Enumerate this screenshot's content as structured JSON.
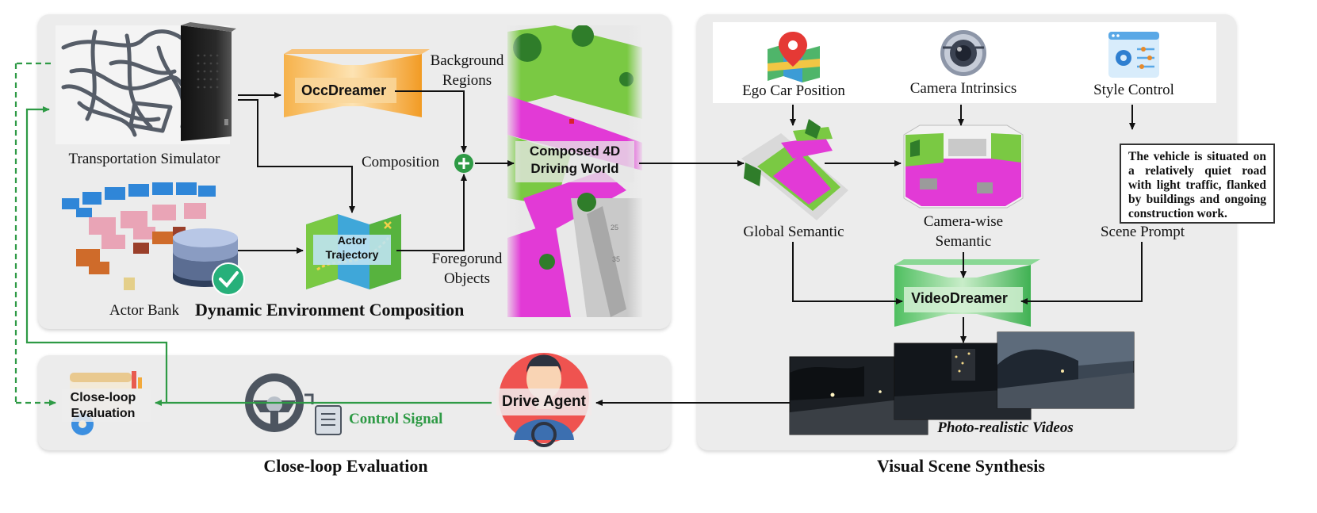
{
  "panels": {
    "dynamic_title": "Dynamic Environment Composition",
    "closeloop_title": "Close-loop Evaluation",
    "visual_title": "Visual Scene Synthesis"
  },
  "left": {
    "simulator_label": "Transportation Simulator",
    "actor_bank_label": "Actor Bank",
    "occdreamer": "OccDreamer",
    "background_regions_1": "Background",
    "background_regions_2": "Regions",
    "composition": "Composition",
    "actor_trajectory_1": "Actor",
    "actor_trajectory_2": "Trajectory",
    "foreground_objects_1": "Foregorund",
    "foreground_objects_2": "Objects",
    "composed_world_1": "Composed 4D",
    "composed_world_2": "Driving World"
  },
  "right": {
    "ego_car_position": "Ego Car Position",
    "camera_intrinsics": "Camera Intrinsics",
    "style_control": "Style Control",
    "scene_prompt_text": "The vehicle is situated on a relatively quiet road with light traffic, flanked by buildings and ongoing construction work.",
    "global_semantic": "Global Semantic",
    "camera_wise_1": "Camera-wise",
    "camera_wise_2": "Semantic",
    "scene_prompt_label": "Scene Prompt",
    "videodreamer": "VideoDreamer",
    "photo_videos": "Photo-realistic Videos"
  },
  "bottom": {
    "closeloop_1": "Close-loop",
    "closeloop_2": "Evaluation",
    "control_signal": "Control Signal",
    "drive_agent": "Drive Agent"
  },
  "colors": {
    "panel_bg": "#ececec",
    "occdreamer_orange": "#f2a43a",
    "videodreamer_green": "#5cc46a",
    "feedback_green": "#2e9a45",
    "semantic_magenta": "#e23ad6",
    "vegetation_green": "#6cc04a"
  }
}
